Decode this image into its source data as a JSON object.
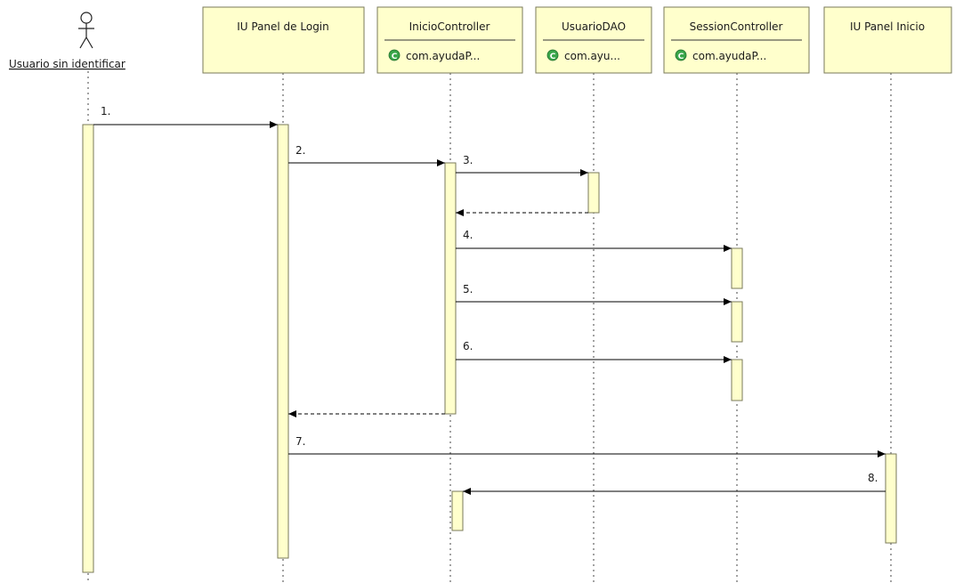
{
  "actor": {
    "label": "Usuario sin identificar"
  },
  "participants": [
    {
      "id": "login",
      "name": "IU Panel de Login",
      "package": "",
      "has_class_icon": false
    },
    {
      "id": "inicio",
      "name": "InicioController",
      "package": "com.ayudaP...",
      "has_class_icon": true
    },
    {
      "id": "dao",
      "name": "UsuarioDAO",
      "package": "com.ayu...",
      "has_class_icon": true
    },
    {
      "id": "session",
      "name": "SessionController",
      "package": "com.ayudaP...",
      "has_class_icon": true
    },
    {
      "id": "panel",
      "name": "IU Panel Inicio",
      "package": "",
      "has_class_icon": false
    }
  ],
  "messages": [
    {
      "label": "1.",
      "from": "actor",
      "to": "login",
      "kind": "call"
    },
    {
      "label": "2.",
      "from": "login",
      "to": "inicio",
      "kind": "call"
    },
    {
      "label": "3.",
      "from": "inicio",
      "to": "dao",
      "kind": "call"
    },
    {
      "label": "",
      "from": "dao",
      "to": "inicio",
      "kind": "return"
    },
    {
      "label": "4.",
      "from": "inicio",
      "to": "session",
      "kind": "call"
    },
    {
      "label": "5.",
      "from": "inicio",
      "to": "session",
      "kind": "call"
    },
    {
      "label": "6.",
      "from": "inicio",
      "to": "session",
      "kind": "call"
    },
    {
      "label": "",
      "from": "inicio",
      "to": "login",
      "kind": "return"
    },
    {
      "label": "7.",
      "from": "login",
      "to": "panel",
      "kind": "call"
    },
    {
      "label": "8.",
      "from": "panel",
      "to": "inicio",
      "kind": "call"
    }
  ],
  "colors": {
    "box_fill": "#ffffcc",
    "box_stroke": "#7a7a5a",
    "class_icon": "#3aa64a",
    "line": "#000000"
  }
}
